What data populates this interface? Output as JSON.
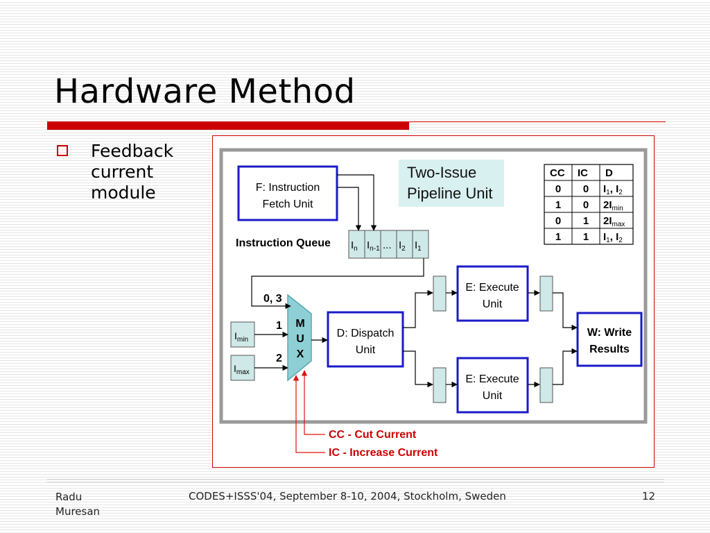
{
  "slide": {
    "title": "Hardware Method",
    "bullet": "Feedback current module"
  },
  "diagram": {
    "fetch_unit": [
      "F: Instruction",
      "Fetch Unit"
    ],
    "banner": [
      "Two-Issue",
      "Pipeline Unit"
    ],
    "queue_label": "Instruction Queue",
    "queue_cells": [
      {
        "main": "I",
        "sub": "n"
      },
      {
        "main": "I",
        "sub": "n-1"
      },
      {
        "main": "...",
        "sub": ""
      },
      {
        "main": "I",
        "sub": "2"
      },
      {
        "main": "I",
        "sub": "1"
      }
    ],
    "table": {
      "headers": [
        "CC",
        "IC",
        "D"
      ],
      "rows": [
        {
          "cc": "0",
          "ic": "0",
          "d": [
            {
              "t": "I"
            },
            {
              "t": "1",
              "sub": true
            },
            {
              "t": ", I"
            },
            {
              "t": "2",
              "sub": true
            }
          ]
        },
        {
          "cc": "1",
          "ic": "0",
          "d": [
            {
              "t": "2I"
            },
            {
              "t": "min",
              "sub": true
            }
          ]
        },
        {
          "cc": "0",
          "ic": "1",
          "d": [
            {
              "t": "2I"
            },
            {
              "t": "max",
              "sub": true
            }
          ]
        },
        {
          "cc": "1",
          "ic": "1",
          "d": [
            {
              "t": "I"
            },
            {
              "t": "1",
              "sub": true
            },
            {
              "t": ", I"
            },
            {
              "t": "2",
              "sub": true
            }
          ]
        }
      ]
    },
    "mux_letters": [
      "M",
      "U",
      "X"
    ],
    "mux_inputs": [
      "0, 3",
      "1",
      "2"
    ],
    "current_min": {
      "main": "I",
      "sub": "min"
    },
    "current_max": {
      "main": "I",
      "sub": "max"
    },
    "dispatch_unit": [
      "D: Dispatch",
      "Unit"
    ],
    "execute_unit": [
      "E: Execute",
      "Unit"
    ],
    "write_unit": [
      "W: Write",
      "Results"
    ],
    "legend": [
      "CC - Cut Current",
      "IC - Increase Current"
    ],
    "colors": {
      "accent": "#cc0000",
      "unit_border": "#1a1ac8",
      "register_fill": "#cfe8e8",
      "mux_fill": "#8ecfd6",
      "banner_fill": "#d9f0f0",
      "feedback": "#dd1111"
    }
  },
  "footer": {
    "author": "Radu Muresan",
    "event": "CODES+ISSS'04, September 8-10, 2004, Stockholm, Sweden",
    "page": "12"
  }
}
